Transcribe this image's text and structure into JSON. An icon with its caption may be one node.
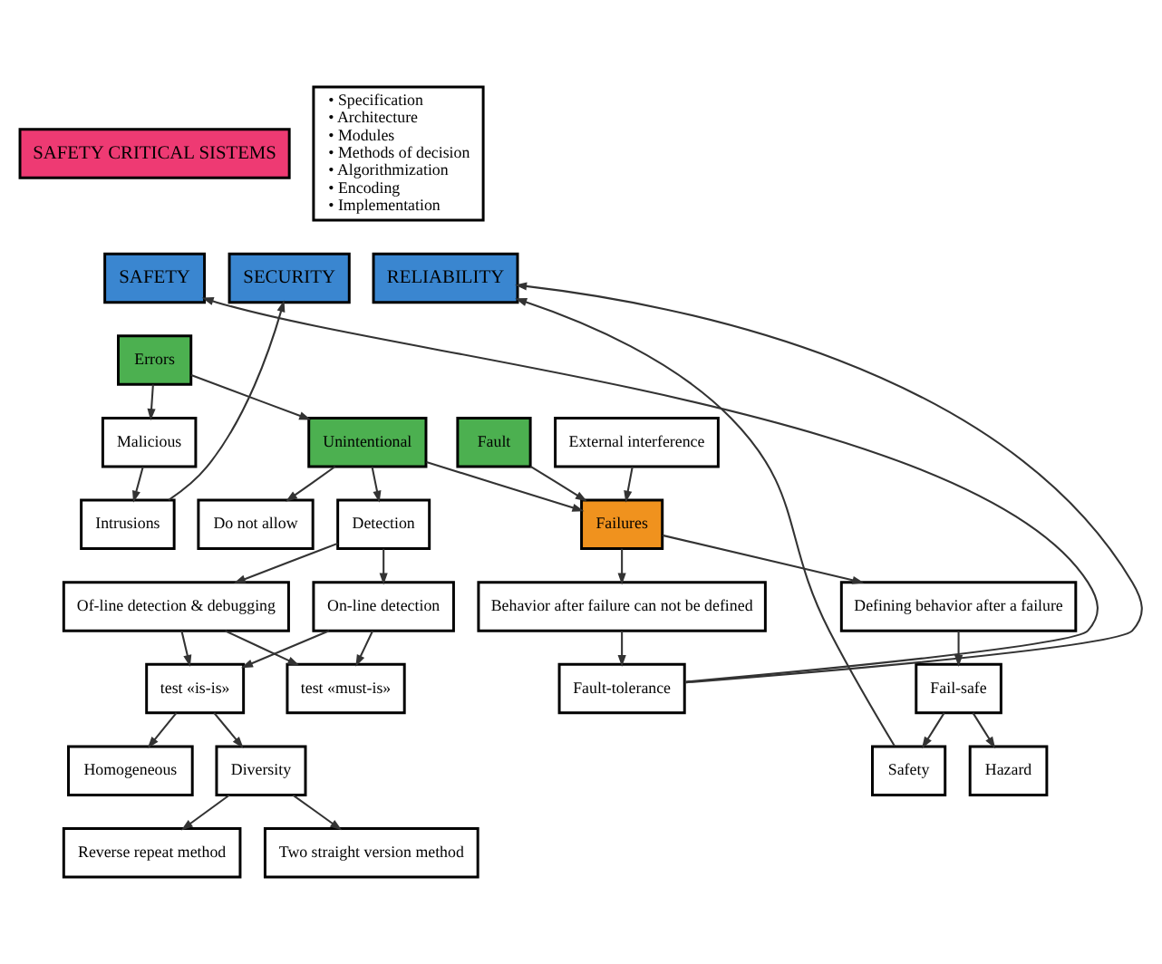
{
  "diagram": {
    "nodes": [
      {
        "text": [
          "SAFETY CRITICAL SISTEMS"
        ]
      },
      {
        "text": [
          "SECURITY"
        ]
      },
      {
        "text": [
          "SAFETY"
        ]
      },
      {
        "text": [
          "RELIABILITY"
        ]
      },
      {
        "text": [
          "Errors"
        ]
      },
      {
        "text": [
          "Malicious"
        ]
      },
      {
        "text": [
          "Unintentional"
        ]
      },
      {
        "text": [
          "Fault"
        ]
      },
      {
        "text": [
          "External interference"
        ]
      },
      {
        "text": [
          "Intrusions"
        ]
      },
      {
        "text": [
          "Detection"
        ]
      },
      {
        "text": [
          "Do not allow"
        ]
      },
      {
        "text": [
          "Failures"
        ]
      },
      {
        "text": [
          "Of-line detection & debugging"
        ]
      },
      {
        "text": [
          "On-line detection"
        ]
      },
      {
        "text": [
          "• Specification",
          "• Architecture",
          "• Modules",
          "• Methods of decision",
          "• Algorithmization",
          "• Encoding",
          "• Implementation"
        ]
      },
      {
        "text": [
          "Defining behavior after a failure"
        ]
      },
      {
        "text": [
          "Behavior after failure can not be defined"
        ]
      },
      {
        "text": [
          "Fail-safe"
        ]
      },
      {
        "text": [
          "Fault-tolerance"
        ]
      },
      {
        "text": [
          "test «must-is»"
        ]
      },
      {
        "text": [
          "test «is-is»"
        ]
      },
      {
        "text": [
          "Safety"
        ]
      },
      {
        "text": [
          "Hazard"
        ]
      },
      {
        "text": [
          "Homogeneous"
        ]
      },
      {
        "text": [
          "Diversity"
        ]
      },
      {
        "text": [
          "Reverse repeat method"
        ]
      },
      {
        "text": [
          "Two straight version method"
        ]
      }
    ],
    "edges": [
      {
        "from": 4,
        "to": 5,
        "arrow": "to"
      },
      {
        "from": 4,
        "to": 6,
        "arrow": "to"
      },
      {
        "from": 5,
        "to": 9,
        "arrow": "to"
      },
      {
        "from": 9,
        "to": 1,
        "arrow": "to"
      },
      {
        "from": 6,
        "to": 10,
        "arrow": "to"
      },
      {
        "from": 6,
        "to": 11,
        "arrow": "to"
      },
      {
        "from": 6,
        "to": 12,
        "arrow": "to"
      },
      {
        "from": 7,
        "to": 12,
        "arrow": "to"
      },
      {
        "from": 8,
        "to": 12,
        "arrow": "to"
      },
      {
        "from": 10,
        "to": 13,
        "arrow": "to"
      },
      {
        "from": 10,
        "to": 14,
        "arrow": "to"
      },
      {
        "from": 13,
        "to": 20,
        "arrow": "to"
      },
      {
        "from": 13,
        "to": 21,
        "arrow": "to"
      },
      {
        "from": 14,
        "to": 20,
        "arrow": "to"
      },
      {
        "from": 14,
        "to": 21,
        "arrow": "to"
      },
      {
        "from": 12,
        "to": 16,
        "arrow": "to"
      },
      {
        "from": 12,
        "to": 17,
        "arrow": "to"
      },
      {
        "from": 16,
        "to": 18,
        "arrow": "to"
      },
      {
        "from": 17,
        "to": 19,
        "arrow": "to"
      },
      {
        "from": 18,
        "to": 22,
        "arrow": "to"
      },
      {
        "from": 18,
        "to": 23,
        "arrow": "to"
      },
      {
        "from": 22,
        "to": 3,
        "arrow": "to"
      },
      {
        "from": 19,
        "to": 3,
        "arrow": "to"
      },
      {
        "from": 19,
        "to": 2,
        "arrow": "to"
      },
      {
        "from": 21,
        "to": 24,
        "arrow": "to"
      },
      {
        "from": 21,
        "to": 25,
        "arrow": "to"
      },
      {
        "from": 25,
        "to": 26,
        "arrow": "to"
      },
      {
        "from": 25,
        "to": 27,
        "arrow": "to"
      }
    ]
  }
}
